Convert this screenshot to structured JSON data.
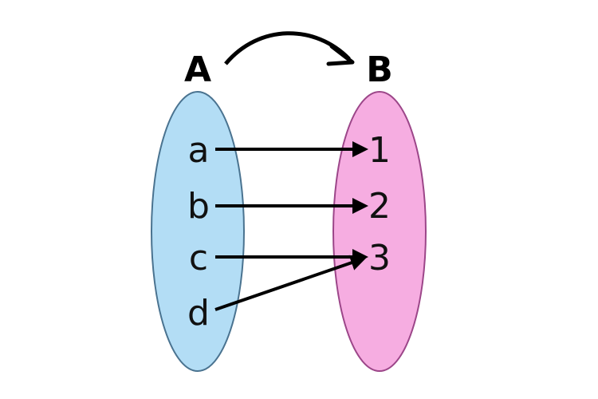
{
  "sets": {
    "domain": {
      "label": "A",
      "elements": [
        "a",
        "b",
        "c",
        "d"
      ]
    },
    "codomain": {
      "label": "B",
      "elements": [
        "1",
        "2",
        "3"
      ]
    }
  },
  "mapping": [
    {
      "from": "a",
      "to": "1"
    },
    {
      "from": "b",
      "to": "2"
    },
    {
      "from": "c",
      "to": "3"
    },
    {
      "from": "d",
      "to": "3"
    }
  ],
  "colors": {
    "domain_fill": "#b3ddf5",
    "domain_stroke": "#4a7390",
    "codomain_fill": "#f6ade1",
    "codomain_stroke": "#9c4689",
    "arrow": "#000000"
  }
}
